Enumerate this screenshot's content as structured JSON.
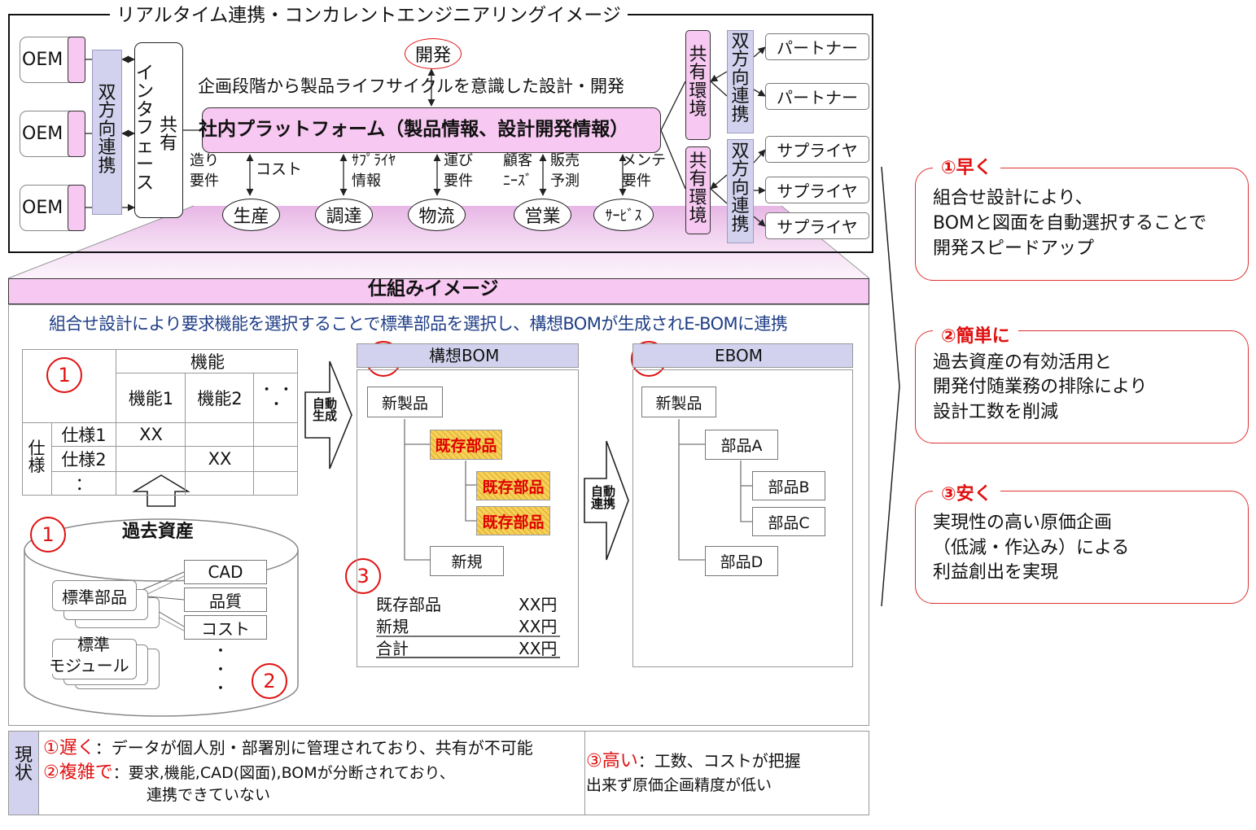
{
  "top": {
    "title": "リアルタイム連携・コンカレントエンジニアリングイメージ",
    "dev": "開発",
    "planning_text": "企画段階から製品ライフサイクルを意識した設計・開発",
    "platform": "社内プラットフォーム（製品情報、設計開発情報）",
    "oem": [
      "OEM",
      "OEM",
      "OEM"
    ],
    "bidirectional": "双方向連携",
    "interface": "インタフェース",
    "shared": "共有",
    "shared_env": "共有環境",
    "partners": [
      "パートナー",
      "パートナー"
    ],
    "suppliers": [
      "サプライヤ",
      "サプライヤ",
      "サプライヤ"
    ],
    "departments": [
      {
        "name": "生産",
        "l1": "造り",
        "l2": "要件"
      },
      {
        "name": "調達",
        "l1": "ｻﾌﾟﾗｲﾔ",
        "l2": "情報"
      },
      {
        "name": "物流",
        "l1": "運び",
        "l2": "要件"
      },
      {
        "name": "営業",
        "l1": "顧客",
        "l2": "ﾆｰｽﾞ",
        "l3": "販売",
        "l4": "予測"
      },
      {
        "name": "ｻｰﾋﾞｽ",
        "l1": "メンテ",
        "l2": "要件"
      }
    ],
    "cost": "コスト"
  },
  "mech": {
    "title": "仕組みイメージ",
    "subtitle": "組合せ設計により要求機能を選択することで標準部品を選択し、構想BOMが生成されE-BOMに連携",
    "table": {
      "header": "機能",
      "cols": [
        "機能1",
        "機能2",
        "・・・"
      ],
      "spec_label": "仕様",
      "rows": [
        "仕様1",
        "仕様2",
        "："
      ],
      "cells": [
        "XX",
        "XX"
      ]
    },
    "past_assets": "過去資産",
    "std_parts": "標準部品",
    "std_module": "標準モジュール",
    "attrs": [
      "CAD",
      "品質",
      "コスト"
    ],
    "dots": "・",
    "auto_gen": "自動生成",
    "auto_link": "自動連携",
    "concept_bom": {
      "title": "構想BOM",
      "root": "新製品",
      "existing": "既存部品",
      "new": "新規",
      "cost_rows": [
        {
          "label": "既存部品",
          "value": "XX円"
        },
        {
          "label": "新規",
          "value": "XX円"
        },
        {
          "label": "合計",
          "value": "XX円"
        }
      ]
    },
    "ebom": {
      "title": "EBOM",
      "root": "新製品",
      "parts": [
        "部品A",
        "部品B",
        "部品C",
        "部品D"
      ]
    },
    "numbers": [
      "1",
      "2",
      "3"
    ]
  },
  "current": {
    "label": "現状",
    "items": [
      {
        "tag": "①遅く",
        "text": "：データが個人別・部署別に管理されており、共有が不可能"
      },
      {
        "tag": "②複雑で",
        "text": "：要求,機能,CAD(図面),BOMが分断されており、",
        "text2": "連携できていない"
      },
      {
        "tag": "③高い",
        "text": "：工数、コストが把握",
        "text2": "出来ず原価企画精度が低い"
      }
    ]
  },
  "benefits": [
    {
      "title": "①早く",
      "lines": [
        "組合せ設計により、",
        "BOMと図面を自動選択することで",
        "開発スピードアップ"
      ]
    },
    {
      "title": "②簡単に",
      "lines": [
        "過去資産の有効活用と",
        "開発付随業務の排除により",
        "設計工数を削減"
      ]
    },
    {
      "title": "③安く",
      "lines": [
        "実現性の高い原価企画",
        "（低減・作込み）による",
        "利益創出を実現"
      ]
    }
  ],
  "colors": {
    "pink": "#f7c8f1",
    "lavender": "#d2d2ee",
    "red": "#e01010",
    "blue_text": "#1f3e86"
  }
}
